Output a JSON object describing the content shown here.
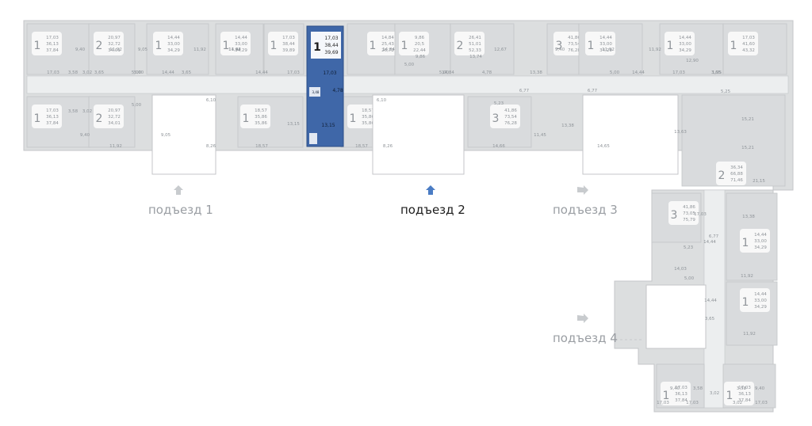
{
  "plan": {
    "highlight": {
      "rooms": "1",
      "area_living": "17,03",
      "area_total": "38,44",
      "area_full": "39,69",
      "dims": [
        "17,03",
        "4,78",
        "13,15",
        "3,48"
      ],
      "color": "#3f67a8"
    },
    "entrances": [
      {
        "label": "подъезд 1",
        "active": false
      },
      {
        "label": "подъезд 2",
        "active": true
      },
      {
        "label": "подъезд 3",
        "active": false
      },
      {
        "label": "подъезд 4",
        "active": false
      }
    ],
    "apartments": [
      {
        "rooms": "1",
        "areas": [
          "17,03",
          "36,13",
          "37,84"
        ]
      },
      {
        "rooms": "2",
        "areas": [
          "20,97",
          "32,72",
          "34,01"
        ]
      },
      {
        "rooms": "1",
        "areas": [
          "14,44",
          "33,00",
          "34,29"
        ]
      },
      {
        "rooms": "1",
        "areas": [
          "14,44",
          "33,00",
          "34,29"
        ]
      },
      {
        "rooms": "1",
        "areas": [
          "17,03",
          "38,44",
          "39,89"
        ]
      },
      {
        "rooms": "1",
        "areas": [
          "17,03",
          "36,13",
          "37,84"
        ]
      },
      {
        "rooms": "2",
        "areas": [
          "20,97",
          "32,72",
          "34,01"
        ]
      },
      {
        "rooms": "1",
        "areas": [
          "18,57",
          "35,86",
          "35,86"
        ]
      },
      {
        "rooms": "1",
        "areas": [
          "14,84",
          "25,43",
          "26,72"
        ]
      },
      {
        "rooms": "1",
        "areas": [
          "9,86",
          "20,5",
          "22,44"
        ]
      },
      {
        "rooms": "2",
        "areas": [
          "26,41",
          "51,01",
          "52,33"
        ]
      },
      {
        "rooms": "1",
        "areas": [
          "18,57",
          "35,86",
          "35,86"
        ]
      },
      {
        "rooms": "3",
        "areas": [
          "41,86",
          "73,54",
          "76,28"
        ]
      },
      {
        "rooms": "3",
        "areas": [
          "41,86",
          "73,54",
          "76,28"
        ]
      },
      {
        "rooms": "1",
        "areas": [
          "14,44",
          "33,00",
          "34,29"
        ]
      },
      {
        "rooms": "1",
        "areas": [
          "14,44",
          "33,00",
          "34,29"
        ]
      },
      {
        "rooms": "1",
        "areas": [
          "17,03",
          "41,60",
          "43,32"
        ]
      },
      {
        "rooms": "2",
        "areas": [
          "36,34",
          "66,88",
          "71,46"
        ]
      },
      {
        "rooms": "3",
        "areas": [
          "41,86",
          "73,05",
          "75,79"
        ]
      },
      {
        "rooms": "1",
        "areas": [
          "14,44",
          "33,00",
          "34,29"
        ]
      },
      {
        "rooms": "1",
        "areas": [
          "14,44",
          "33,00",
          "34,29"
        ]
      },
      {
        "rooms": "1",
        "areas": [
          "17,03",
          "36,13",
          "37,84"
        ]
      },
      {
        "rooms": "1",
        "areas": [
          "17,03",
          "36,13",
          "37,84"
        ]
      }
    ],
    "dims": [
      "9,40",
      "11,92",
      "9,05",
      "11,92",
      "14,44",
      "17,03",
      "3,58",
      "3,02",
      "5,00",
      "3,65",
      "5,00",
      "14,44",
      "11,92",
      "3,65",
      "14,44",
      "17,03",
      "3,58",
      "3,02",
      "5,00",
      "9,40",
      "11,92",
      "9,05",
      "6,10",
      "8,26",
      "18,57",
      "13,15",
      "6,10",
      "8,26",
      "18,57",
      "14,84",
      "9,86",
      "5,00",
      "13,74",
      "12,67",
      "5,00",
      "14,84",
      "4,78",
      "6,77",
      "13,38",
      "5,23",
      "14,66",
      "11,45",
      "14,65",
      "13,38",
      "9,40",
      "11,92",
      "5,00",
      "14,44",
      "11,92",
      "12,90",
      "17,03",
      "3,65",
      "1,95",
      "5,25",
      "6,77",
      "13,63",
      "15,21",
      "15,21",
      "21,15",
      "13,38",
      "6,77",
      "14,44",
      "5,23",
      "11,92",
      "14,03",
      "5,00",
      "14,44",
      "3,65",
      "11,92",
      "9,40",
      "3,58",
      "9,40",
      "3,58",
      "17,03",
      "3,02",
      "17,03",
      "3,02",
      "17,03",
      "17,03"
    ]
  }
}
